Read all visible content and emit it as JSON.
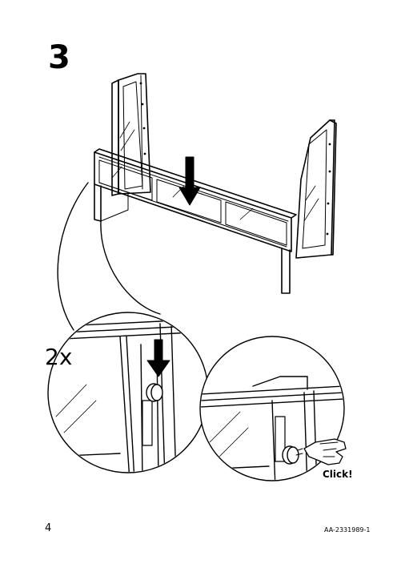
{
  "step": {
    "number": "3"
  },
  "detail_left": {
    "quantity": "2x"
  },
  "detail_right": {
    "action_text": "Click!"
  },
  "footer": {
    "page_number": "4",
    "document_code": "AA-2331989-1"
  },
  "style": {
    "ink": "#000000",
    "paper": "#ffffff"
  }
}
